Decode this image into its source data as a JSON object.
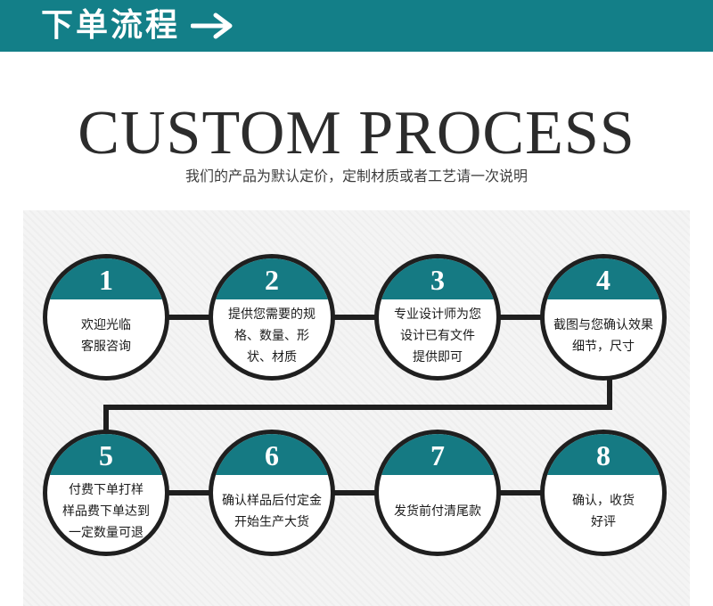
{
  "header": {
    "title": "下单流程",
    "arrow_icon": "right-arrow-icon",
    "background_color": "#137f88"
  },
  "main": {
    "title": "CUSTOM PROCESS",
    "subtitle": "我们的产品为默认定价，定制材质或者工艺请一次说明"
  },
  "accent_color": "#157a83",
  "steps": [
    {
      "number": "1",
      "lines": [
        "欢迎光临",
        "客服咨询"
      ]
    },
    {
      "number": "2",
      "lines": [
        "提供您需要的规",
        "格、数量、形",
        "状、材质"
      ]
    },
    {
      "number": "3",
      "lines": [
        "专业设计师为您",
        "设计已有文件",
        "提供即可"
      ]
    },
    {
      "number": "4",
      "lines": [
        "截图与您确认效果",
        "细节，尺寸"
      ]
    },
    {
      "number": "5",
      "lines": [
        "付费下单打样",
        "样品费下单达到",
        "一定数量可退"
      ]
    },
    {
      "number": "6",
      "lines": [
        "确认样品后付定金",
        "开始生产大货"
      ]
    },
    {
      "number": "7",
      "lines": [
        "发货前付清尾款"
      ]
    },
    {
      "number": "8",
      "lines": [
        "确认，收货",
        "好评"
      ]
    }
  ]
}
